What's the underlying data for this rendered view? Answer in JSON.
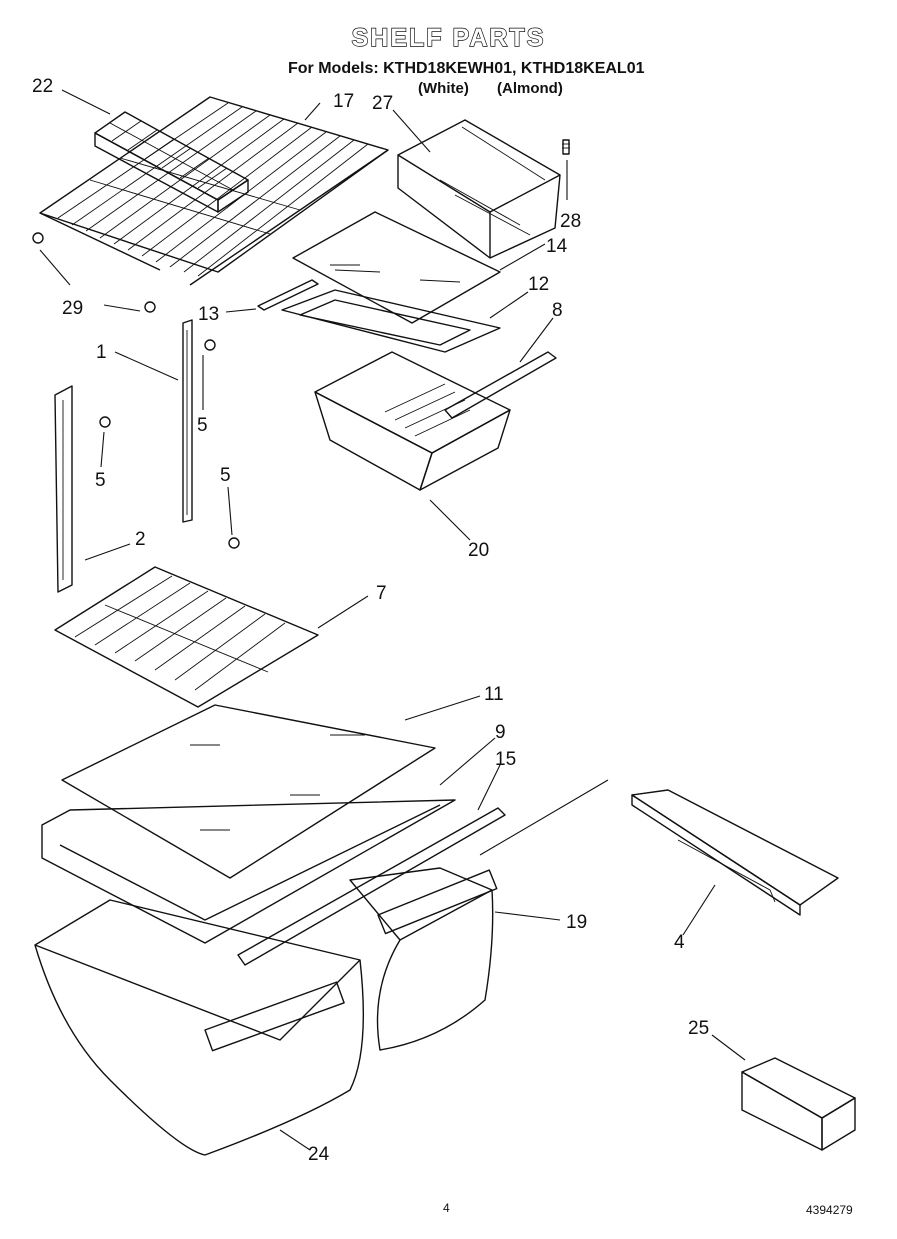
{
  "title": "SHELF PARTS",
  "models_line": "For Models: KTHD18KEWH01, KTHD18KEAL01",
  "variants": [
    "(White)",
    "(Almond)"
  ],
  "callouts": [
    "22",
    "17",
    "27",
    "28",
    "14",
    "29",
    "13",
    "12",
    "8",
    "1",
    "5",
    "5",
    "5",
    "20",
    "2",
    "7",
    "11",
    "9",
    "15",
    "19",
    "4",
    "25",
    "24"
  ],
  "footer": {
    "page_number": "4",
    "doc_number": "4394279"
  }
}
